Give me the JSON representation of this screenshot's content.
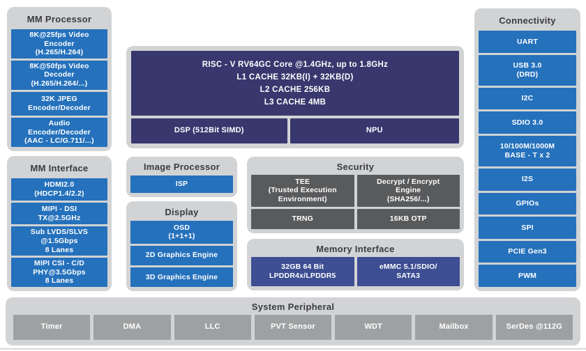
{
  "colors": {
    "background": "#ffffff",
    "panel_grey": "#d2d3d5",
    "block_blue": "#2571bc",
    "block_navy": "#38376e",
    "block_medium_navy": "#3e4e93",
    "block_dark_grey": "#595a5c",
    "block_medium_grey": "#9ea0a2",
    "title_text": "#3a3b3d",
    "block_text": "#ffffff"
  },
  "sections": {
    "mm_processor": {
      "title": "MM Processor",
      "items": [
        "8K@25fps Video\nEncoder\n(H.265/H.264)",
        "8K@50fps Video\nDecoder\n(H.265/H.264/...)",
        "32K JPEG\nEncoder/Decoder",
        "Audio\nEncoder/Decoder\n(AAC - LC/G.711/...)"
      ]
    },
    "mm_interface": {
      "title": "MM Interface",
      "items": [
        "HDMI2.0\n(HDCP1.4/2.2)",
        "MIPI - DSI\nTX@2.5GHz",
        "Sub LVDS/SLVS\n@1.5Gbps\n8 Lanes",
        "MIPI CSI - C/D\nPHY@3.5Gbps\n8 Lanes"
      ]
    },
    "cpu": {
      "lines": [
        "RISC - V RV64GC Core @1.4GHz, up to 1.8GHz",
        "L1 CACHE 32KB(I) + 32KB(D)",
        "L2 CACHE 256KB",
        "L3 CACHE 4MB"
      ],
      "dsp": "DSP (512Bit SIMD)",
      "npu": "NPU"
    },
    "image_processor": {
      "title": "Image Processor",
      "items": [
        "ISP"
      ]
    },
    "display": {
      "title": "Display",
      "items": [
        "OSD\n(1+1+1)",
        "2D Graphics Engine",
        "3D Graphics Engine"
      ]
    },
    "security": {
      "title": "Security",
      "items": [
        "TEE\n(Trusted Execution\nEnvironment)",
        "Decrypt / Encrypt\nEngine\n(SHA256/...)",
        "TRNG",
        "16KB OTP"
      ]
    },
    "memory_interface": {
      "title": "Memory Interface",
      "items": [
        "32GB 64 Bit\nLPDDR4x/LPDDR5",
        "eMMC 5.1/SDIO/\nSATA3"
      ]
    },
    "connectivity": {
      "title": "Connectivity",
      "items": [
        "UART",
        "USB 3.0\n(DRD)",
        "I2C",
        "SDIO 3.0",
        "10/100M/1000M\nBASE - T x 2",
        "I2S",
        "GPIOs",
        "SPI",
        "PCIE Gen3",
        "PWM"
      ]
    },
    "system_peripheral": {
      "title": "System Peripheral",
      "items": [
        "Timer",
        "DMA",
        "LLC",
        "PVT Sensor",
        "WDT",
        "Mailbox",
        "SerDes @112G"
      ]
    }
  }
}
